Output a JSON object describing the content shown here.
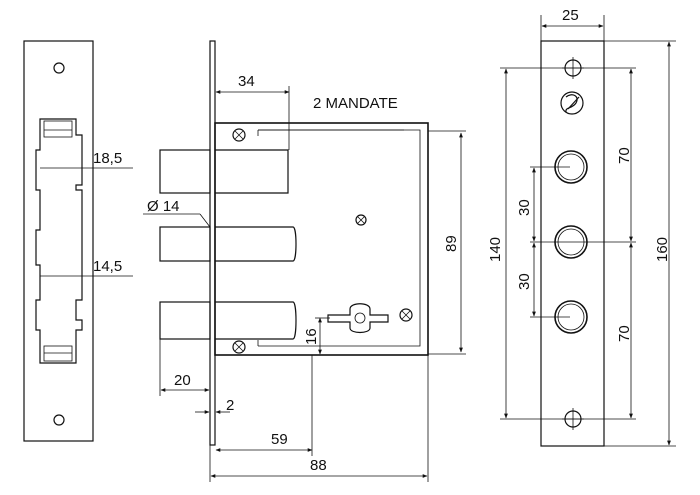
{
  "drawing": {
    "side_view": {
      "dim_top": "18,5",
      "dim_bottom": "14,5"
    },
    "main_view": {
      "note": "2 MANDATE",
      "dim_backset": "34",
      "dim_bolt_diameter": "Ø 14",
      "dim_height": "89",
      "dim_key_offset": "16",
      "dim_bolt_throw": "20",
      "dim_plate_thickness": "2",
      "dim_inner_depth": "59",
      "dim_total_depth": "88"
    },
    "front_plate_view": {
      "dim_width": "25",
      "dim_spacing_top": "70",
      "dim_spacing_1": "30",
      "dim_spacing_2": "30",
      "dim_spacing_bottom": "70",
      "dim_inner_length": "140",
      "dim_total_length": "160"
    }
  }
}
